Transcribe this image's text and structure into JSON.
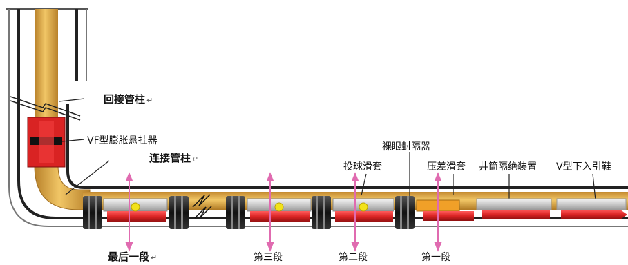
{
  "labels": {
    "tieback_string": "回接管柱",
    "vf_hanger": "VF型膨胀悬挂器",
    "connecting_string": "连接管柱",
    "openhole_packer": "裸眼封隔器",
    "ball_sleeve": "投球滑套",
    "pressure_sleeve": "压差滑套",
    "wellbore_isolation": "井筒隔绝装置",
    "v_guide_shoe": "V型下入引鞋",
    "last_stage": "最后一段",
    "stage_three": "第三段",
    "stage_two": "第二段",
    "stage_one": "第一段",
    "return_mark": "↵"
  },
  "colors": {
    "tubing": "#e8b24a",
    "tubing_dark": "#b8812a",
    "red_tool": "#d92323",
    "packer_black": "#1a1a1a",
    "frac_pink": "#e06bb0",
    "ball_yellow": "#f2e21a",
    "casing_gray": "#7f7f7f"
  }
}
